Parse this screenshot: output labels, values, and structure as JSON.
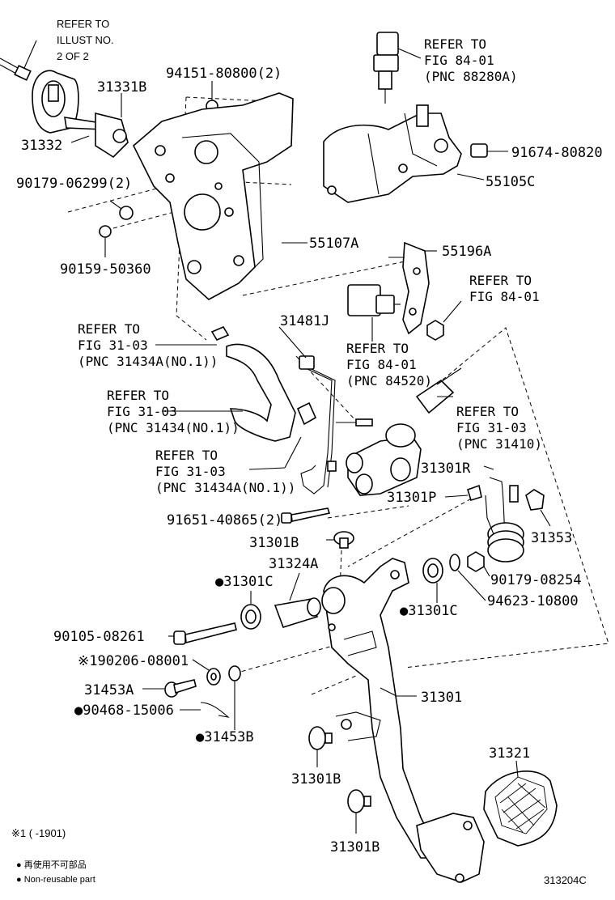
{
  "labels": {
    "ref_illust": [
      "REFER TO",
      "ILLUST NO.",
      "2 OF 2"
    ],
    "p31331B": "31331B",
    "p31332": "31332",
    "p94151": "94151-80800(2)",
    "ref_84_01_a": [
      "REFER TO",
      "FIG 84-01",
      "(PNC 88280A)"
    ],
    "p91674": "91674-80820",
    "p55105C": "55105C",
    "p90179_06299": "90179-06299(2)",
    "p55107A": "55107A",
    "p90159": "90159-50360",
    "p55196A": "55196A",
    "ref_84_01_b": [
      "REFER TO",
      "FIG 84-01"
    ],
    "p31481J": "31481J",
    "ref_31_03_a": [
      "REFER TO",
      "FIG 31-03",
      "(PNC 31434A(NO.1))"
    ],
    "ref_84_01_c": [
      "REFER TO",
      "FIG 84-01",
      "(PNC 84520)"
    ],
    "ref_31_03_b": [
      "REFER TO",
      "FIG 31-03",
      "(PNC 31434(NO.1))"
    ],
    "ref_31_03_c": [
      "REFER TO",
      "FIG 31-03",
      "(PNC 31410)"
    ],
    "ref_31_03_d": [
      "REFER TO",
      "FIG 31-03",
      "(PNC 31434A(NO.1))"
    ],
    "p31301R": "31301R",
    "p31301P": "31301P",
    "p91651": "91651-40865(2)",
    "p31353": "31353",
    "p31301B_top": "31301B",
    "p31324A": "31324A",
    "p90179_08254": "90179-08254",
    "p31301C_left": "●31301C",
    "p94623": "94623-10800",
    "p31301C_right": "●31301C",
    "p90105": "90105-08261",
    "p90206": "※190206-08001",
    "p31453A": "31453A",
    "p31301": "31301",
    "p90468": "●90468-15006",
    "p31453B": "●31453B",
    "p31321": "31321",
    "p31301B_mid": "31301B",
    "p31301B_bot": "31301B"
  },
  "footnotes": {
    "note1": "※1 (      -1901)",
    "legend_jp": "● 再使用不可部品",
    "legend_en": "● Non-reusable part",
    "figure_code": "313204C"
  }
}
